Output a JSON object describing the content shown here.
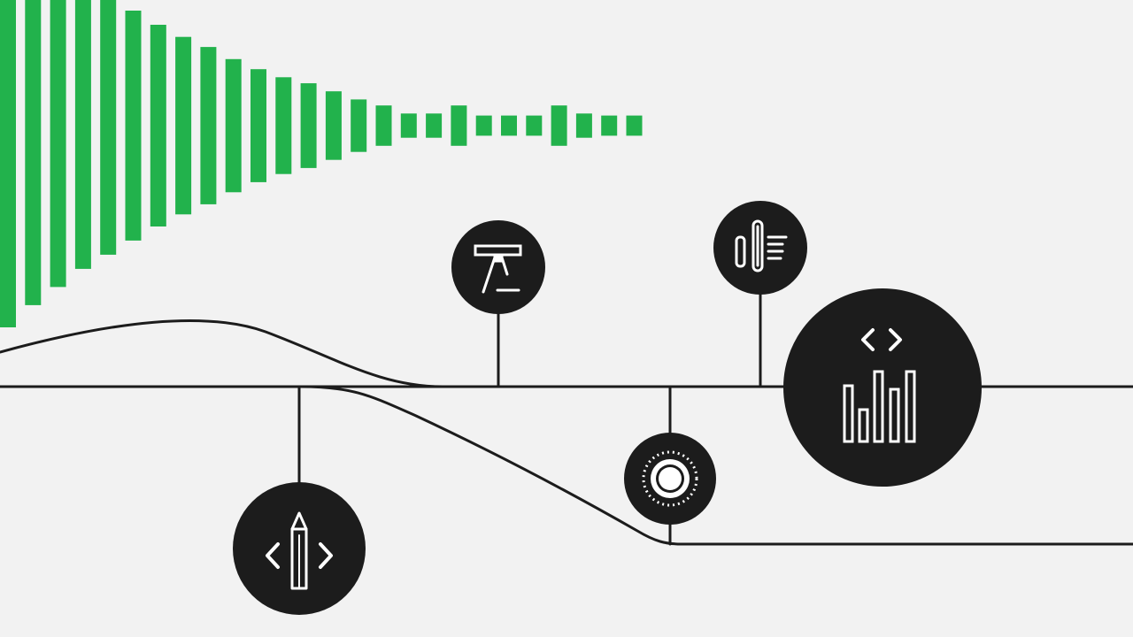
{
  "colors": {
    "background": "#f2f2f2",
    "waveform": "#22b24c",
    "line": "#1c1c1c",
    "node_fill": "#1c1c1c",
    "icon_stroke": "#ffffff"
  },
  "waveform": {
    "bar_count": 26,
    "levels": [
      1.0,
      0.89,
      0.8,
      0.71,
      0.64,
      0.57,
      0.5,
      0.44,
      0.39,
      0.33,
      0.28,
      0.24,
      0.21,
      0.17,
      0.13,
      0.1,
      0.06,
      0.06,
      0.1,
      0.05,
      0.05,
      0.05,
      0.1,
      0.06,
      0.05,
      0.05
    ]
  },
  "nodes": [
    {
      "id": "survey-node",
      "icon": "survey-tripod-icon"
    },
    {
      "id": "tools-node",
      "icon": "tools-list-icon"
    },
    {
      "id": "analytics-node",
      "icon": "code-bar-chart-icon"
    },
    {
      "id": "disc-node",
      "icon": "disc-icon"
    },
    {
      "id": "code-pencil-node",
      "icon": "code-pencil-icon"
    }
  ]
}
